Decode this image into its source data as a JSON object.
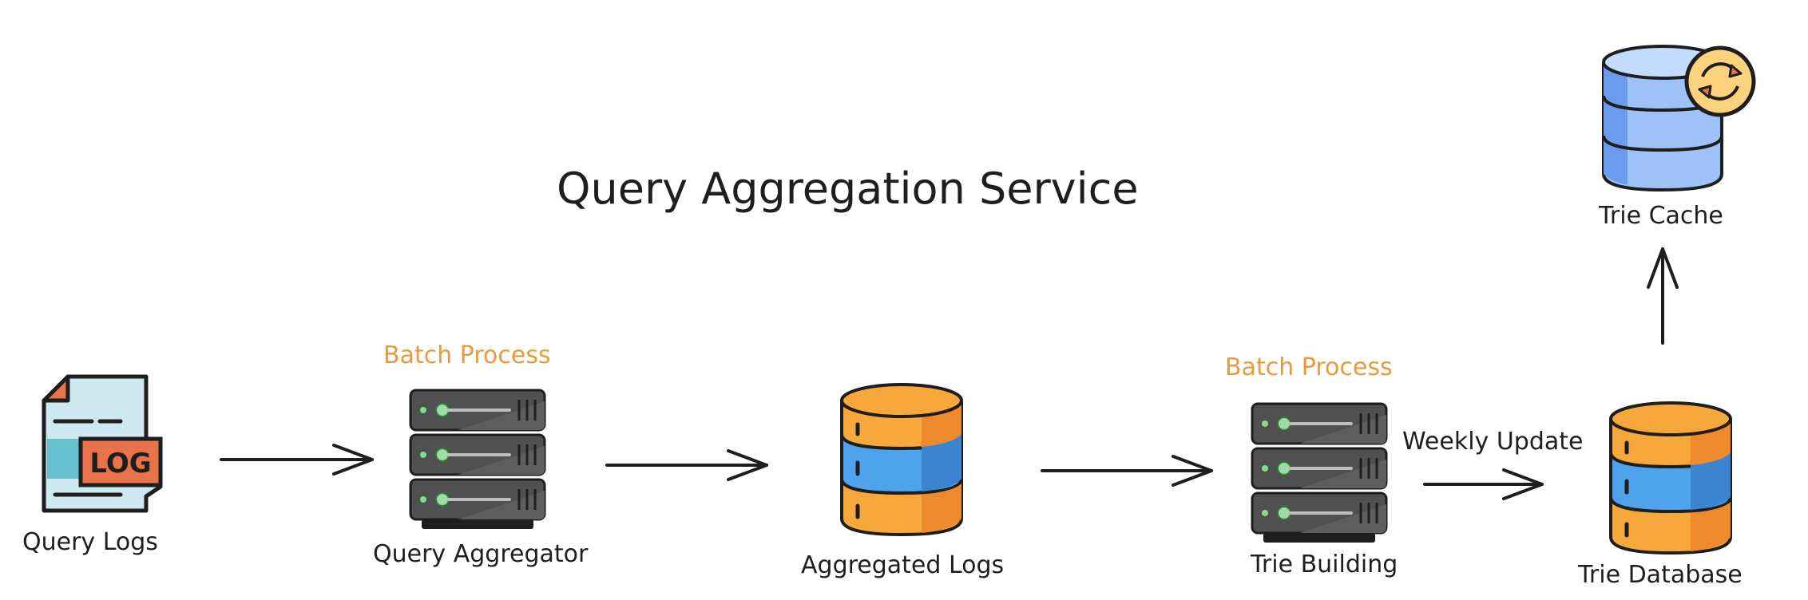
{
  "diagram": {
    "title": "Query Aggregation Service",
    "nodes": {
      "query_logs": {
        "label": "Query Logs",
        "icon": "log-file-icon",
        "badge": "LOG"
      },
      "query_aggregator": {
        "label": "Query Aggregator",
        "tag": "Batch Process",
        "icon": "server-icon"
      },
      "aggregated_logs": {
        "label": "Aggregated Logs",
        "icon": "database-icon"
      },
      "trie_building": {
        "label": "Trie Building",
        "tag": "Batch Process",
        "icon": "server-icon"
      },
      "trie_database": {
        "label": "Trie Database",
        "icon": "database-icon"
      },
      "trie_cache": {
        "label": "Trie Cache",
        "icon": "cache-database-icon"
      }
    },
    "edges": [
      {
        "from": "query_logs",
        "to": "query_aggregator",
        "label": ""
      },
      {
        "from": "query_aggregator",
        "to": "aggregated_logs",
        "label": ""
      },
      {
        "from": "aggregated_logs",
        "to": "trie_building",
        "label": ""
      },
      {
        "from": "trie_building",
        "to": "trie_database",
        "label": "Weekly Update"
      },
      {
        "from": "trie_database",
        "to": "trie_cache",
        "label": ""
      }
    ],
    "colors": {
      "accent_text": "#e89b3c",
      "orange_db": "#f6a83a",
      "blue_db": "#4ea3ec",
      "cache_blue": "#9cc2f7",
      "server_gray": "#505050",
      "log_teal": "#66c2cf",
      "log_orange": "#e8734a",
      "sync_yellow": "#fcd37c"
    }
  }
}
